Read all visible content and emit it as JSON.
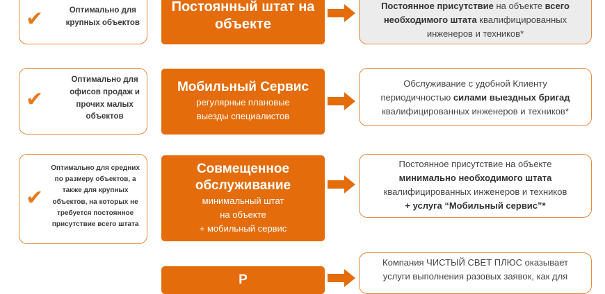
{
  "rows": [
    {
      "left": [
        "Оптимально для",
        "крупных объектов"
      ],
      "mid_title": [
        "Постоянный штат на",
        "объекте"
      ],
      "mid_sub": [],
      "right_parts": [
        [
          {
            "t": "Постоянное присутствие",
            "b": true
          },
          {
            "t": " на объекте ",
            "b": false
          },
          {
            "t": "всего",
            "b": true
          }
        ],
        [
          {
            "t": "необходимого штата",
            "b": true
          },
          {
            "t": " квалифицированных",
            "b": false
          }
        ],
        [
          {
            "t": "инженеров и техников*",
            "b": false
          }
        ]
      ]
    },
    {
      "left": [
        "Оптимально для",
        "офисов продаж и",
        "прочих малых",
        "объектов"
      ],
      "mid_title": [
        "Мобильный Сервис"
      ],
      "mid_sub": [
        "регулярные плановые",
        "выезды специалистов"
      ],
      "right_parts": [
        [
          {
            "t": "Обслуживание с удобной Клиенту",
            "b": false
          }
        ],
        [
          {
            "t": "периодичностью ",
            "b": false
          },
          {
            "t": "силами выездных бригад",
            "b": true
          }
        ],
        [
          {
            "t": "квалифицированных инженеров и техников*",
            "b": false
          }
        ]
      ]
    },
    {
      "left": [
        "Оптимально для средних",
        "по размеру объектов, а",
        "также для крупных",
        "объектов, на которых не",
        "требуется постоянное",
        "присутствие всего штата"
      ],
      "mid_title": [
        "Совмещенное",
        "обслуживание"
      ],
      "mid_sub": [
        "минимальный штат",
        "на объекте",
        "+ мобильный сервис"
      ],
      "right_parts": [
        [
          {
            "t": "Постоянное присутствие на объекте",
            "b": false
          }
        ],
        [
          {
            "t": "минимально необходимого штата",
            "b": true
          }
        ],
        [
          {
            "t": "квалифицированных инженеров и техников",
            "b": false
          }
        ],
        [
          {
            "t": "+ услуга “Мобильный сервис”*",
            "b": true
          }
        ]
      ]
    },
    {
      "left": [],
      "mid_title": [
        "Р"
      ],
      "mid_sub": [],
      "right_parts": [
        [
          {
            "t": "Компания ЧИСТЫЙ СВЕТ ПЛЮС оказывает",
            "b": false
          }
        ],
        [
          {
            "t": "услуги выполнения разовых заявок, как для",
            "b": false
          }
        ]
      ]
    }
  ],
  "colors": {
    "accent": "#e46c0a",
    "border": "#e8883a",
    "grey_bg": "#ececec"
  },
  "icons": {
    "check": "checkmark-icon",
    "arrow": "arrow-right-icon"
  }
}
